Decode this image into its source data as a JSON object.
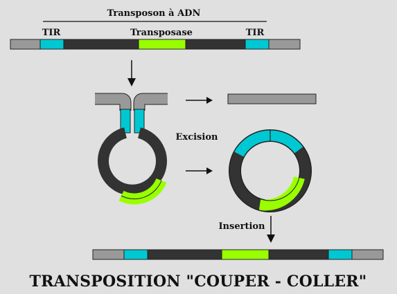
{
  "labels": {
    "transposon_header": "Transposon à ADN",
    "tir_left": "TIR",
    "transposase": "Transposase",
    "tir_right": "TIR",
    "excision": "Excision",
    "insertion": "Insertion",
    "main_title": "TRANSPOSITION \"COUPER - COLLER\""
  },
  "colors": {
    "background": "#e0e0e0",
    "host_dna": "#999999",
    "transposon_dna": "#333333",
    "tir": "#00c8d2",
    "transposase": "#99ff00",
    "outline": "#222222"
  }
}
